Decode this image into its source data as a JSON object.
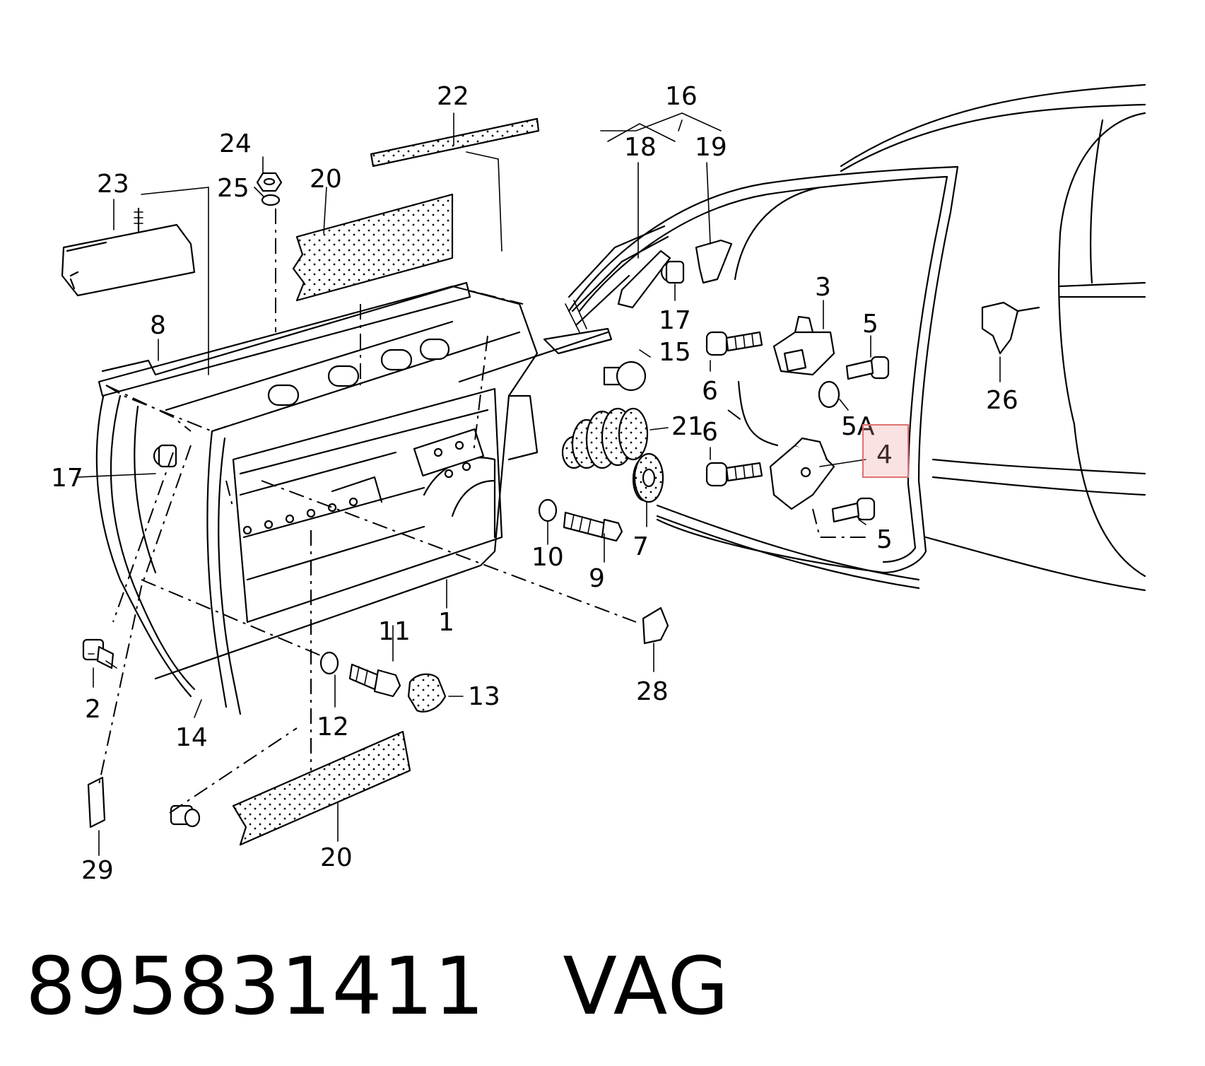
{
  "diagram": {
    "callouts": {
      "c1": "1",
      "c2": "2",
      "c3": "3",
      "c4": "4",
      "c5a": "5",
      "c5b": "5",
      "c5A": "5A",
      "c6a": "6",
      "c6b": "6",
      "c7": "7",
      "c8": "8",
      "c9": "9",
      "c10": "10",
      "c11": "11",
      "c12": "12",
      "c13": "13",
      "c14": "14",
      "c15": "15",
      "c16": "16",
      "c17a": "17",
      "c17b": "17",
      "c18": "18",
      "c19": "19",
      "c20a": "20",
      "c20b": "20",
      "c21": "21",
      "c22": "22",
      "c23": "23",
      "c24": "24",
      "c25": "25",
      "c26": "26",
      "c28": "28",
      "c29": "29"
    },
    "highlighted_callout": "4",
    "highlight_color": "#e07070"
  },
  "footer": {
    "part_number": "895831411",
    "brand": "VAG"
  }
}
